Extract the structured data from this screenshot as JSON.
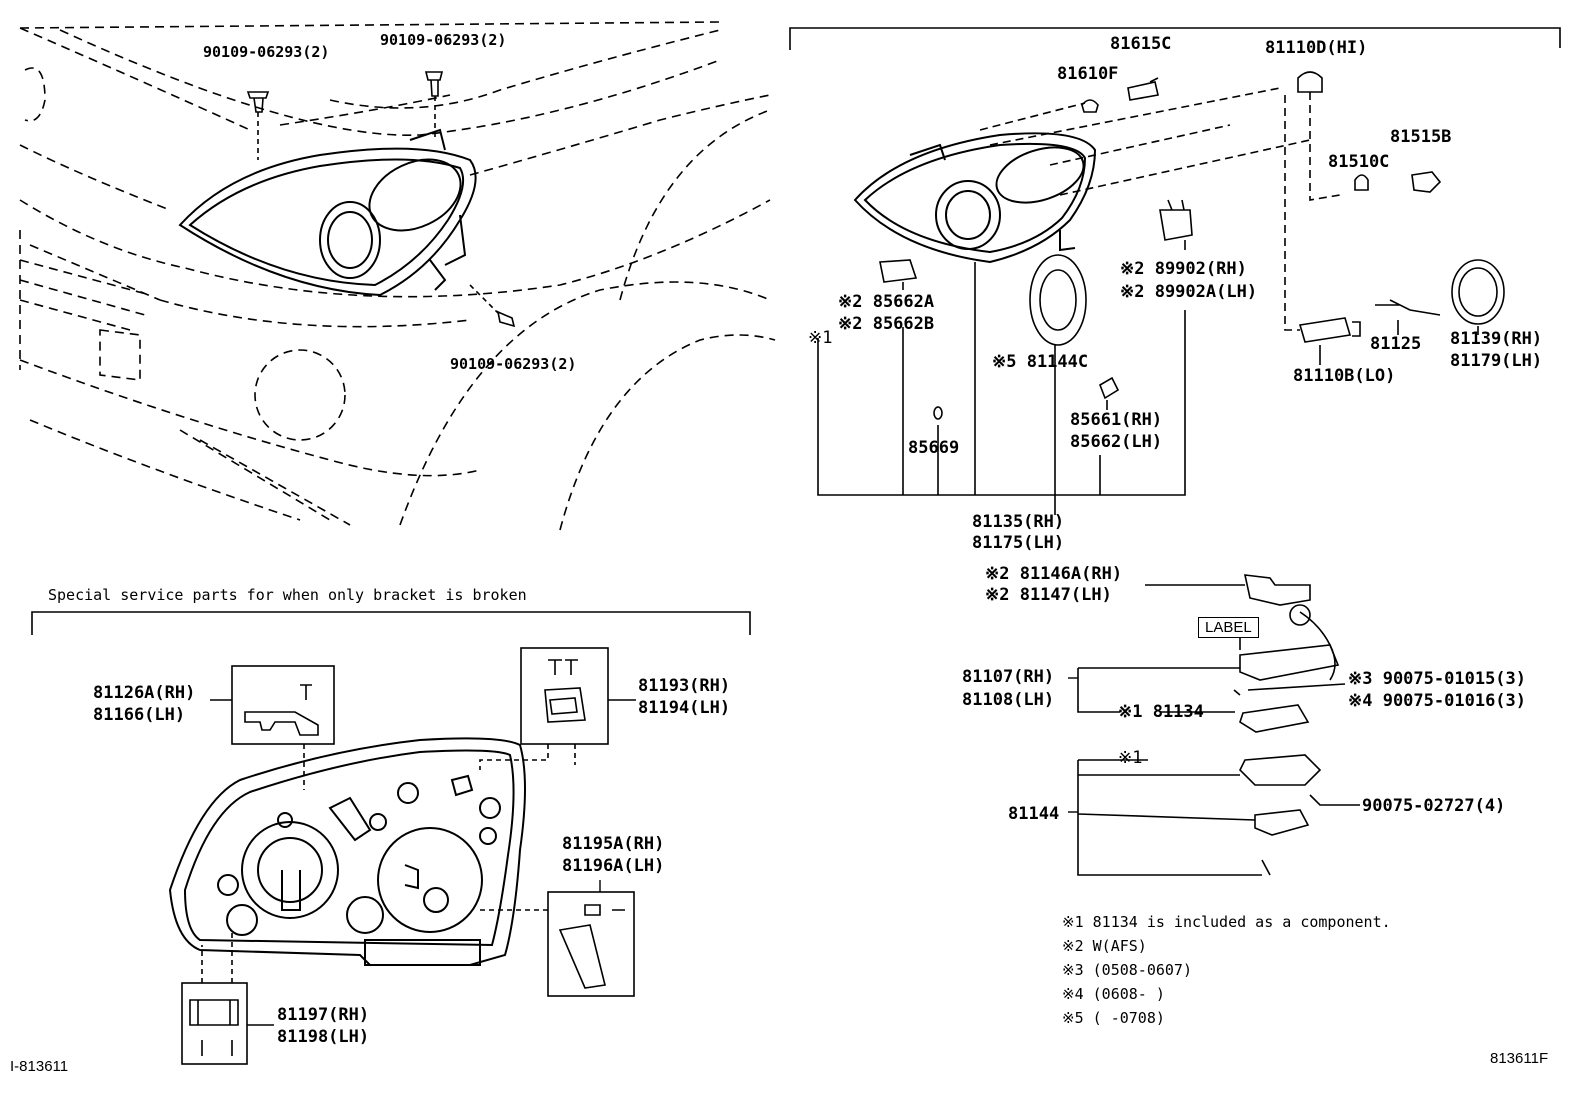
{
  "parts": {
    "bolt_top_left": "90109-06293(2)",
    "bolt_top_mid": "90109-06293(2)",
    "bolt_lower": "90109-06293(2)",
    "p81615c": "81615C",
    "p81110d": "81110D(HI)",
    "p81610f": "81610F",
    "p81515b": "81515B",
    "p81510c": "81510C",
    "p89902_rh": "※2 89902(RH)",
    "p89902a_lh": "※2 89902A(LH)",
    "p85662a": "※2 85662A",
    "p85662b": "※2 85662B",
    "mark1_left": "※1",
    "p81144c": "※5 81144C",
    "p81125": "81125",
    "p81139_rh": "81139(RH)",
    "p81179_lh": "81179(LH)",
    "p81110b": "81110B(LO)",
    "p85669": "85669",
    "p85661_rh": "85661(RH)",
    "p85662_lh": "85662(LH)",
    "p81135_rh": "81135(RH)",
    "p81175_lh": "81175(LH)",
    "p81146a_rh": "※2 81146A(RH)",
    "p81147_lh": "※2 81147(LH)",
    "label_box": "LABEL",
    "p81107_rh": "81107(RH)",
    "p81108_lh": "81108(LH)",
    "p90075_01015": "※3 90075-01015(3)",
    "p90075_01016": "※4 90075-01016(3)",
    "p81134": "※1 81134",
    "mark1_81144": "※1",
    "p81144": "81144",
    "p90075_02727": "90075-02727(4)",
    "p81126a_rh": "81126A(RH)",
    "p81166_lh": "81166(LH)",
    "p81193_rh": "81193(RH)",
    "p81194_lh": "81194(LH)",
    "p81195a_rh": "81195A(RH)",
    "p81196a_lh": "81196A(LH)",
    "p81197_rh": "81197(RH)",
    "p81198_lh": "81198(LH)"
  },
  "caption": "Special service parts for when only bracket is broken",
  "notes": [
    "※1 81134 is included as a component.",
    "※2 W(AFS)",
    "※3 (0508-0607)",
    "※4 (0608-     )",
    "※5 (     -0708)"
  ],
  "ref_left": "I-813611",
  "ref_right": "813611F"
}
